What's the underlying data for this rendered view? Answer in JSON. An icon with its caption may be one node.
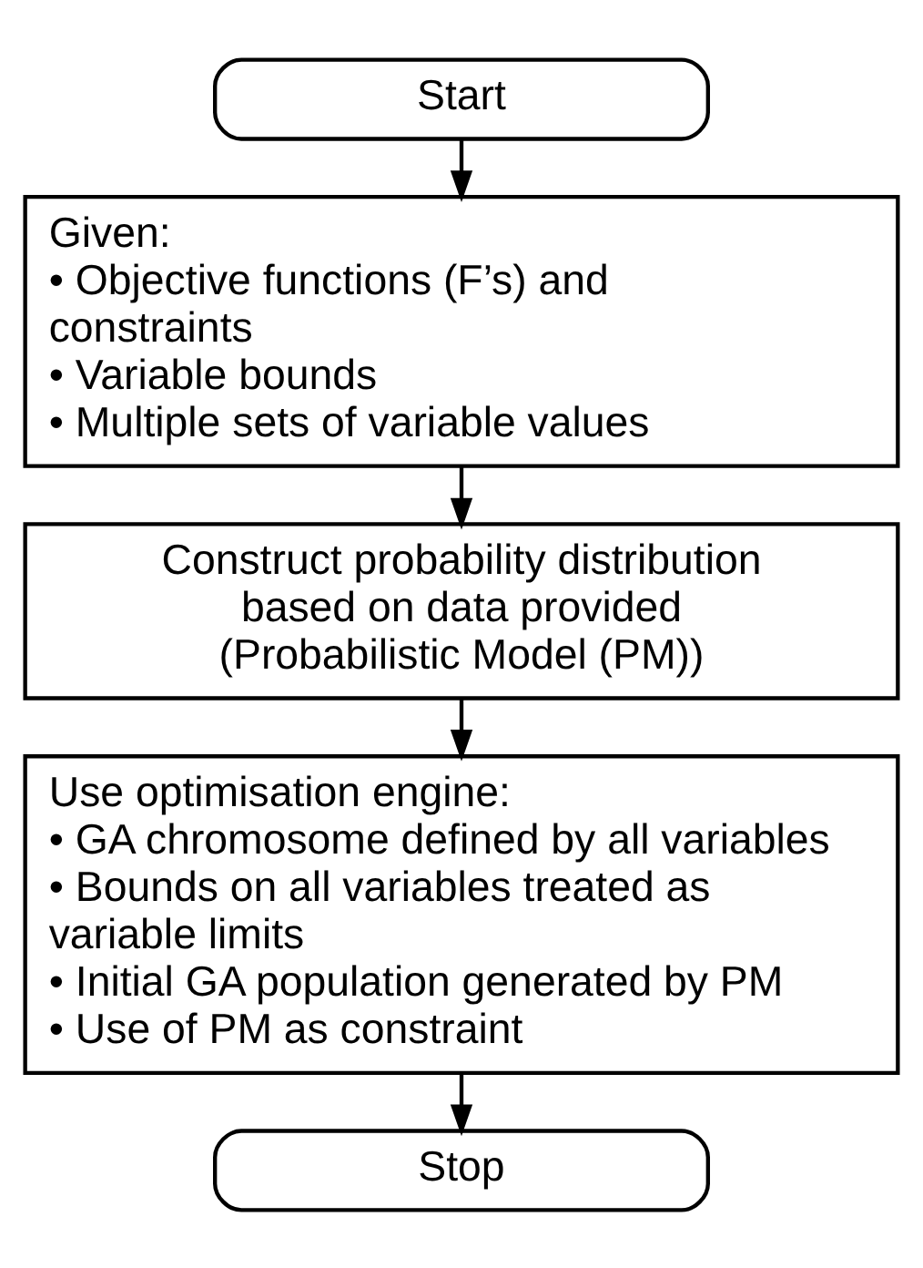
{
  "diagram": {
    "nodes": [
      {
        "text": [
          "Start"
        ]
      },
      {
        "text": [
          "Given:",
          "• Objective functions (F’s) and constraints",
          "• Variable bounds",
          "• Multiple sets of variable values"
        ]
      },
      {
        "text": [
          "Construct probability distribution based on data provided (Probabilistic Model (PM))"
        ]
      },
      {
        "text": [
          "Use optimisation engine:",
          "• GA chromosome defined by all variables",
          "• Bounds on all variables treated as variable limits",
          "• Initial GA population generated by PM",
          "• Use of PM as constraint"
        ]
      },
      {
        "text": [
          "Stop"
        ]
      }
    ],
    "edges": [
      {
        "from": 0,
        "to": 1,
        "arrow": "to"
      },
      {
        "from": 1,
        "to": 2,
        "arrow": "to"
      },
      {
        "from": 2,
        "to": 3,
        "arrow": "to"
      },
      {
        "from": 3,
        "to": 4,
        "arrow": "to"
      }
    ]
  }
}
